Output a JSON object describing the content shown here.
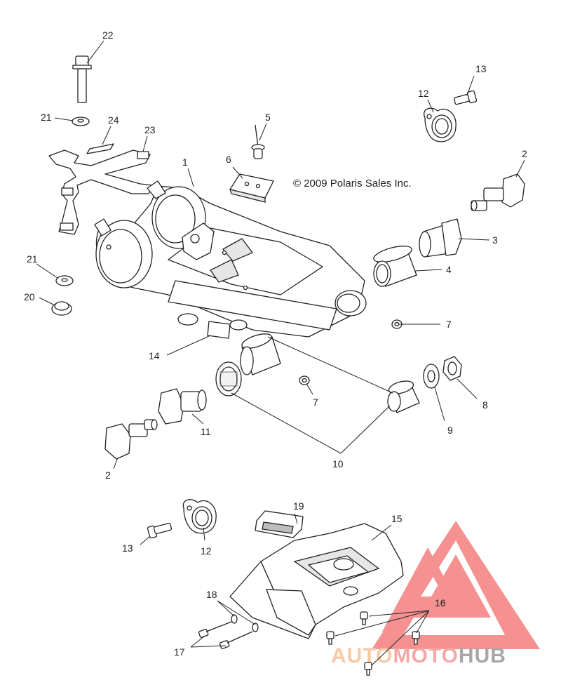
{
  "copyright": "© 2009 Polaris Sales Inc.",
  "logo": {
    "parts": [
      {
        "text": "AUTO",
        "color": "#f5b78a"
      },
      {
        "text": "MOTO",
        "color": "#f28a8a"
      },
      {
        "text": "HUB",
        "color": "#8a8a8a"
      }
    ],
    "triangle_color": "#f26d6d"
  },
  "callouts": {
    "c22": "22",
    "c13a": "13",
    "c12a": "12",
    "c21a": "21",
    "c24": "24",
    "c5": "5",
    "c23": "23",
    "c2a": "2",
    "c6": "6",
    "c1": "1",
    "c3": "3",
    "c21b": "21",
    "c4": "4",
    "c20": "20",
    "c7a": "7",
    "c14": "14",
    "c7b": "7",
    "c8": "8",
    "c11": "11",
    "c9": "9",
    "c2b": "2",
    "c10": "10",
    "c19": "19",
    "c15": "15",
    "c13b": "13",
    "c12b": "12",
    "c18": "18",
    "c16": "16",
    "c17": "17"
  }
}
